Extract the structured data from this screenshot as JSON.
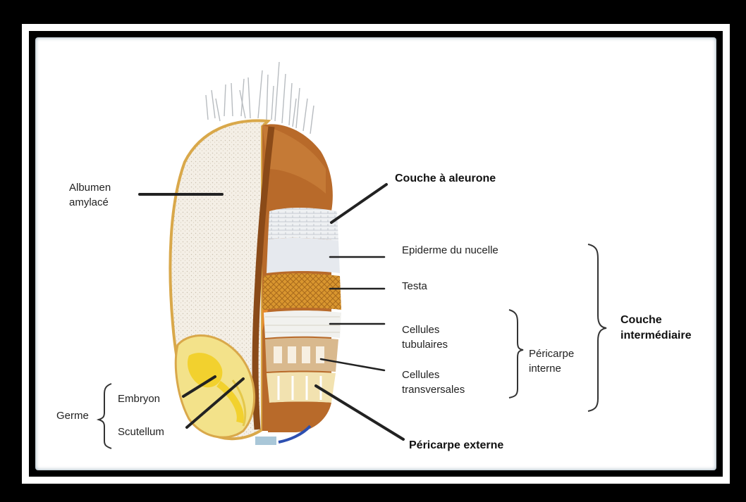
{
  "labels": {
    "albumen_line1": "Albumen",
    "albumen_line2": "amylacé",
    "aleurone": "Couche à aleurone",
    "epiderme": "Epiderme du nucelle",
    "testa": "Testa",
    "tubulaires_line1": "Cellules",
    "tubulaires_line2": "tubulaires",
    "transversales_line1": "Cellules",
    "transversales_line2": "transversales",
    "pericarpe_interne_line1": "Péricarpe",
    "pericarpe_interne_line2": "interne",
    "intermediaire_line1": "Couche",
    "intermediaire_line2": "intermédiaire",
    "pericarpe_externe": "Péricarpe externe",
    "embryon": "Embryon",
    "scutellum": "Scutellum",
    "germe": "Germe"
  },
  "colors": {
    "albumen": "#f4efe6",
    "bran": "#b86a2a",
    "testa": "#d9962f",
    "germ": "#f3e28a",
    "embryo_core": "#f2d12e",
    "outline": "#d9a84a"
  }
}
